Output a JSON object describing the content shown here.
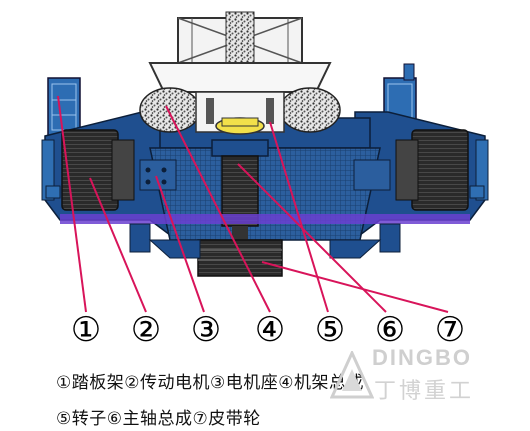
{
  "callouts": [
    "①",
    "②",
    "③",
    "④",
    "⑤",
    "⑥",
    "⑦"
  ],
  "legend": {
    "line1": "①踏板架②传动电机③电机座④机架总成",
    "line2": "⑤转子⑥主轴总成⑦皮带轮"
  },
  "watermark": {
    "brand_en": "DINGBO",
    "brand_cn": "丁博重工",
    "logo": "triangle-mountain-logo"
  },
  "colors": {
    "machine_blue": "#1f4f8f",
    "machine_blue_light": "#2f6fb3",
    "motor_dark": "#3b3b3b",
    "rotor_yellow": "#f2e04a",
    "belt_purple": "#6a3fd0",
    "leader_line": "#d8145a",
    "material_gray": "#555555"
  }
}
